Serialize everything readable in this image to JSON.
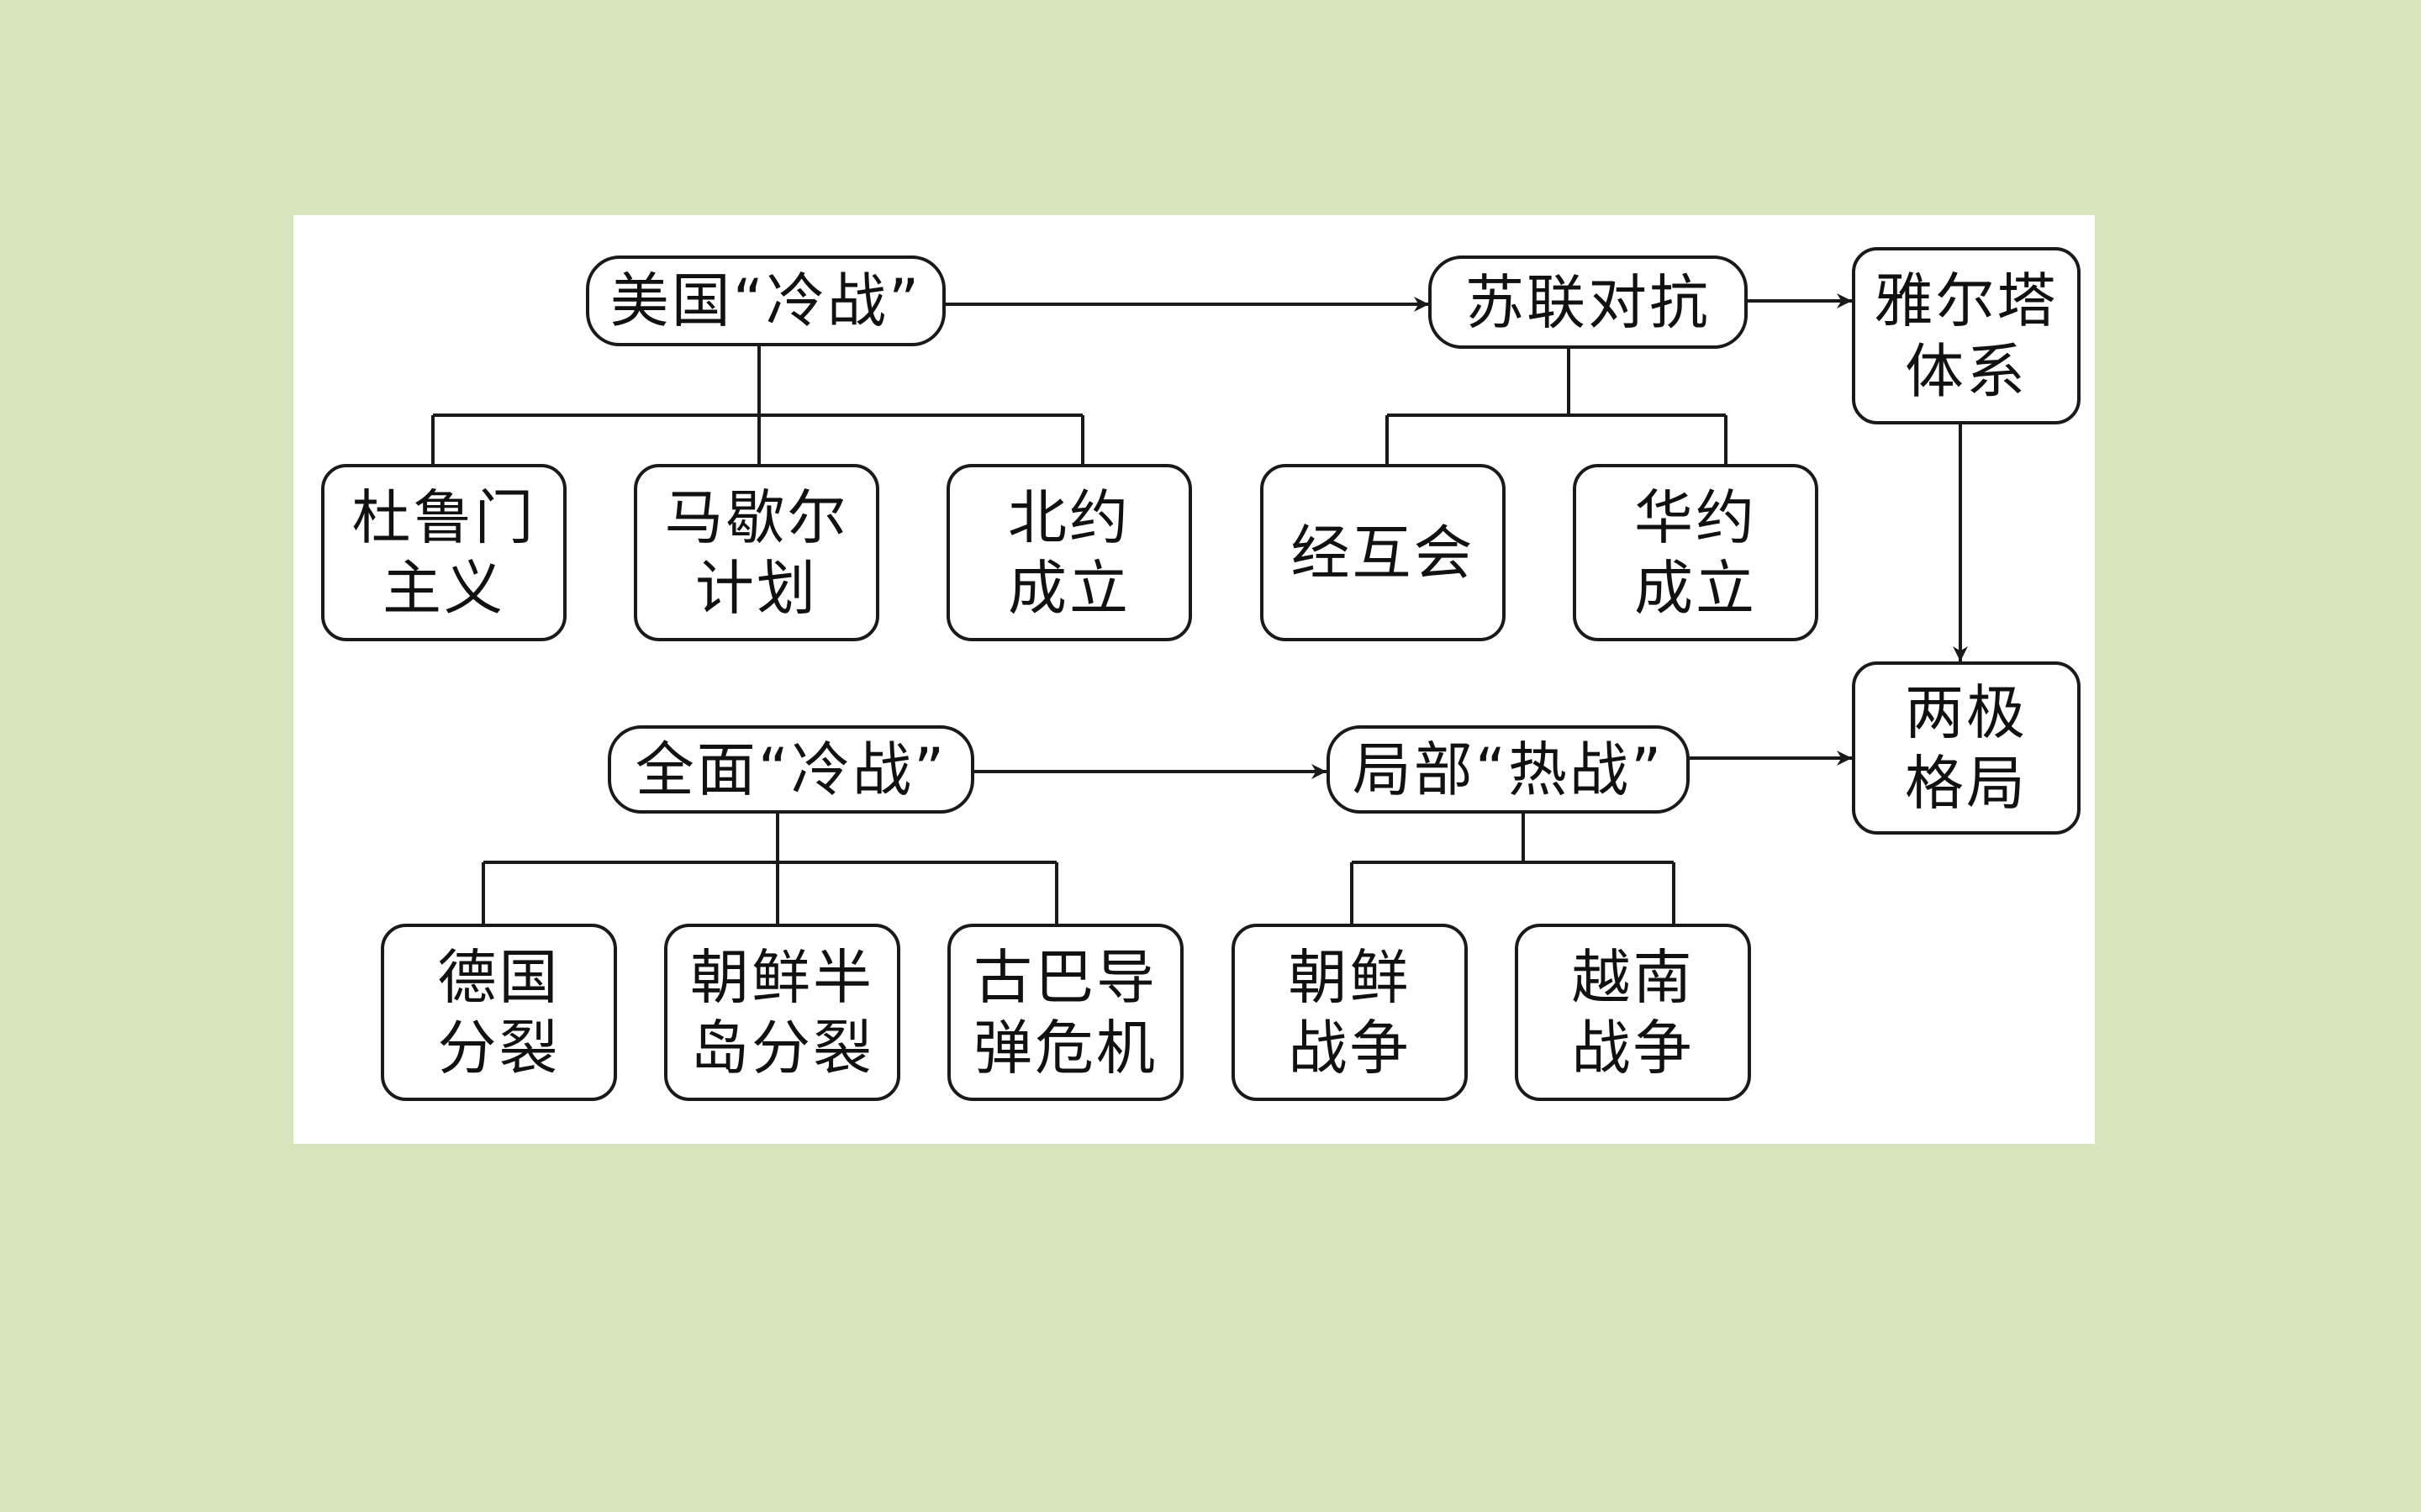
{
  "colors": {
    "background": "#d8e5bc",
    "panel": "#ffffff",
    "ink": "#1a1a1a"
  },
  "diagram": {
    "nodes": {
      "us_cold_war": "美国“冷战”",
      "soviet_confront": "苏联对抗",
      "yalta_system": "雅尔塔\n体系",
      "truman_doctrine": "杜鲁门\n主义",
      "marshall_plan": "马歇尔\n计划",
      "nato_founded": "北约\n成立",
      "comecon": "经互会",
      "warsaw_founded": "华约\n成立",
      "full_cold_war": "全面“冷战”",
      "local_hot_war": "局部“热战”",
      "bipolar_pattern": "两极\n格局",
      "germany_split": "德国\n分裂",
      "korea_split": "朝鲜半\n岛分裂",
      "cuba_crisis": "古巴导\n弹危机",
      "korean_war": "朝鲜\n战争",
      "vietnam_war": "越南\n战争"
    }
  }
}
